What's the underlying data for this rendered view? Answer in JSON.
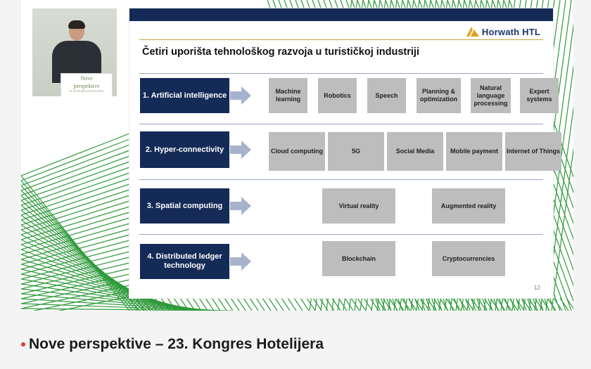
{
  "video": {
    "podium_logo_line1": "Nove",
    "podium_logo_line2": "perspektive",
    "podium_logo_line3": "23. KONGRES HOTELIJERA"
  },
  "slide": {
    "logo_text": "Horwath HTL",
    "title": "Četiri uporišta tehnološkog razvoja u turističkoj industriji",
    "page_number": "12",
    "rows": [
      {
        "category": "1. Artificial intelligence",
        "items": [
          "Machine learning",
          "Robotics",
          "Speech",
          "Planning & optimization",
          "Natural language processing",
          "Expert systems"
        ]
      },
      {
        "category": "2. Hyper-connectivity",
        "items": [
          "Cloud computing",
          "5G",
          "Social Media",
          "Mobile payment",
          "Internet of Things"
        ]
      },
      {
        "category": "3. Spatial computing",
        "items": [
          "Virtual reality",
          "Augmented reality"
        ]
      },
      {
        "category": "4. Distributed ledger technology",
        "items": [
          "Blockchain",
          "Cryptocurrencies"
        ]
      }
    ]
  },
  "caption": {
    "text": "Nove perspektive – 23. Kongres Hotelijera"
  },
  "colors": {
    "navy": "#142b57",
    "item_gray": "#bdbdbd",
    "arrow": "#a7b3cc",
    "accent_red": "#e23a2a",
    "green": "#2e9a3a"
  }
}
